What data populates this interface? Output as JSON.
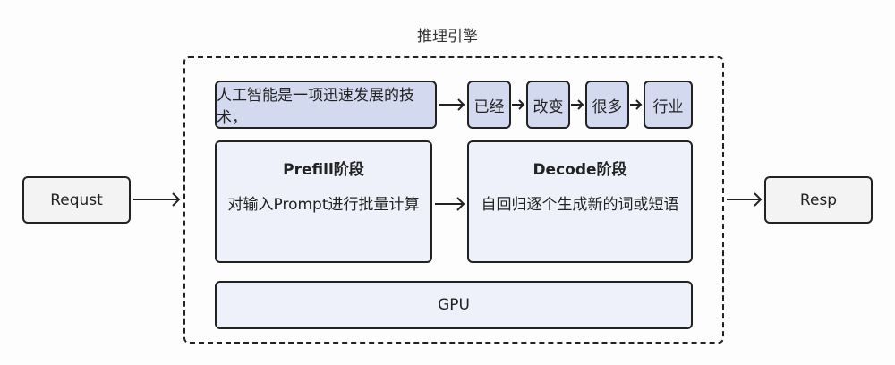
{
  "engine": {
    "title": "推理引擎",
    "input_sentence": "人工智能是一项迅速发展的技术，",
    "tokens": [
      "已经",
      "改变",
      "很多",
      "行业"
    ],
    "prefill": {
      "title": "Prefill阶段",
      "description": "对输入Prompt进行批量计算"
    },
    "decode": {
      "title": "Decode阶段",
      "description": "自回归逐个生成新的词或短语"
    },
    "gpu_label": "GPU"
  },
  "request_label": "Requst",
  "response_label": "Resp"
}
